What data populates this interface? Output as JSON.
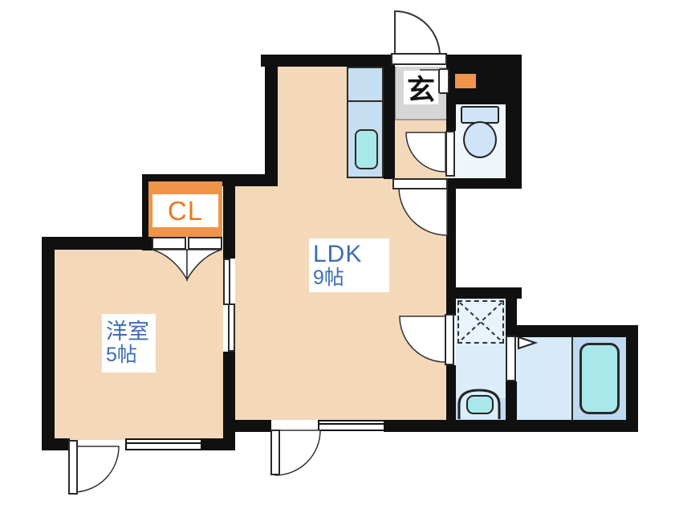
{
  "rooms": {
    "ldk": {
      "label": "LDK",
      "size": "9帖"
    },
    "western_room": {
      "label": "洋室",
      "size": "5帖"
    },
    "closet": {
      "label": "CL"
    },
    "entrance": {
      "label": "玄"
    }
  },
  "theme": {
    "wall": "#101010",
    "room": "#f4d8ba",
    "genkan": "#d6d6d6",
    "counter": "#c5def2",
    "aqua": "#a9e8e8",
    "toiletroom": "#eef6fc",
    "fixture": "#cfe4f7",
    "washroom": "#dcedfa",
    "pan": "#e9f3fd",
    "sinkband": "#c2ddf4",
    "bathroom": "#d7eaf9",
    "tubdeck": "#bddaf1",
    "tub": "#a9e8ea",
    "orange": "#f0944a",
    "orangetext": "#e87a1a",
    "bluetext": "#3a6cb7"
  }
}
